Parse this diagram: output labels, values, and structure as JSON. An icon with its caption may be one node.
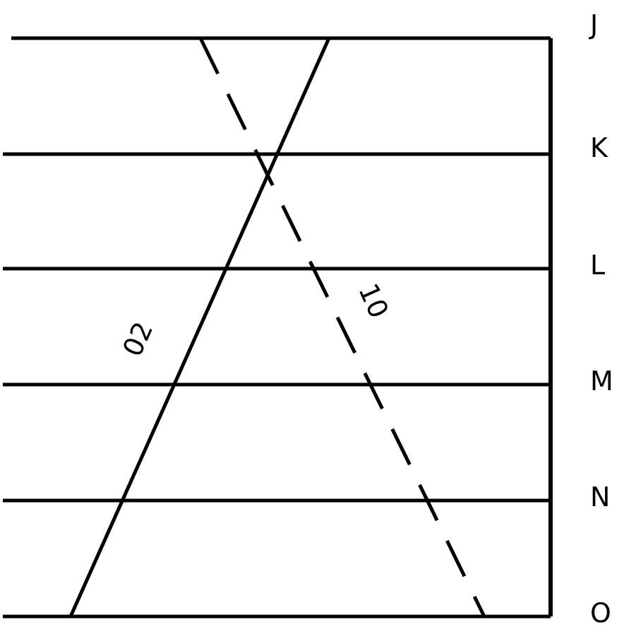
{
  "diagram": {
    "labels": [
      "J",
      "K",
      "L",
      "M",
      "N",
      "O",
      "02",
      "10"
    ]
  }
}
